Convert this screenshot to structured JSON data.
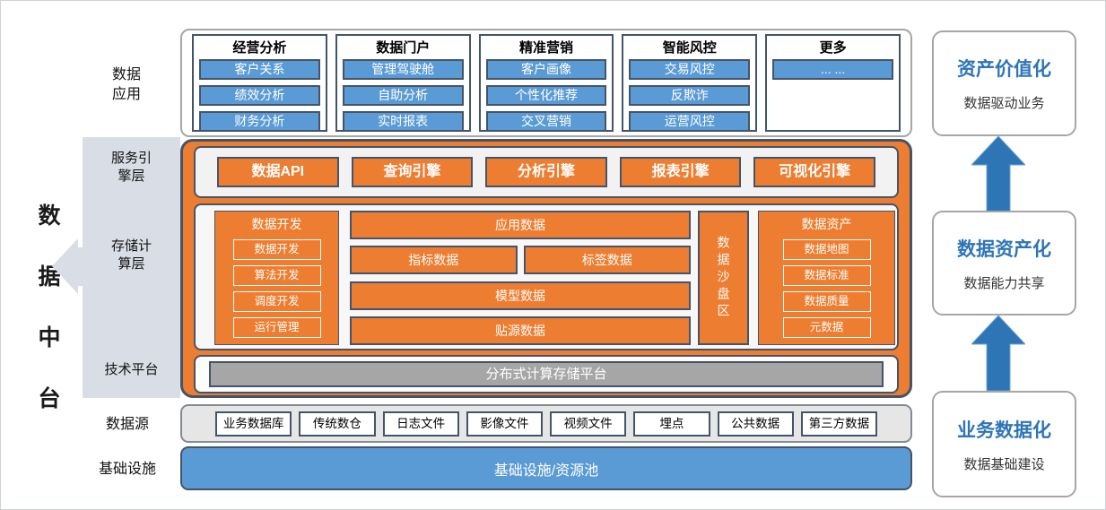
{
  "colors": {
    "orange": "#ED7D31",
    "box_blue": "#5B9BD5",
    "dark_slate_border": "#44546A",
    "panel_gray": "#D8DDE6",
    "bar_gray": "#A6A6A6",
    "arrow_blue": "#2E75B6",
    "container_border": "#A6A6A6"
  },
  "left_rail": {
    "chars": [
      "数",
      "据",
      "中",
      "台"
    ]
  },
  "row_labels": {
    "apps": [
      "数据",
      "应用"
    ],
    "service": [
      "服务引",
      "擎层"
    ],
    "storage": [
      "存储计",
      "算层"
    ],
    "tech": "技术平台",
    "sources": "数据源",
    "infra": "基础设施"
  },
  "apps": {
    "columns": [
      {
        "title": "经营分析",
        "items": [
          "客户关系",
          "绩效分析",
          "财务分析"
        ]
      },
      {
        "title": "数据门户",
        "items": [
          "管理驾驶舱",
          "自助分析",
          "实时报表"
        ]
      },
      {
        "title": "精准营销",
        "items": [
          "客户画像",
          "个性化推荐",
          "交叉营销"
        ]
      },
      {
        "title": "智能风控",
        "items": [
          "交易风控",
          "反欺诈",
          "运营风控"
        ]
      },
      {
        "title": "更多",
        "items": [
          "... ..."
        ]
      }
    ]
  },
  "engines": [
    "数据API",
    "查询引擎",
    "分析引擎",
    "报表引擎",
    "可视化引擎"
  ],
  "storage": {
    "dev_panel": {
      "title": "数据开发",
      "items": [
        "数据开发",
        "算法开发",
        "调度开发",
        "运行管理"
      ]
    },
    "data_stack": {
      "app": "应用数据",
      "metric": "指标数据",
      "tag": "标签数据",
      "model": "模型数据",
      "source": "贴源数据"
    },
    "sandbox": "数据沙盘区",
    "asset_panel": {
      "title": "数据资产",
      "items": [
        "数据地图",
        "数据标准",
        "数据质量",
        "元数据"
      ]
    }
  },
  "tech": {
    "platform_bar": "分布式计算存储平台"
  },
  "sources": {
    "items": [
      "业务数据库",
      "传统数仓",
      "日志文件",
      "影像文件",
      "视频文件",
      "埋点",
      "公共数据",
      "第三方数据"
    ]
  },
  "infra": {
    "bar_label": "基础设施/资源池"
  },
  "right_column": {
    "boxes": [
      {
        "title": "资产价值化",
        "subtitle": "数据驱动业务"
      },
      {
        "title": "数据资产化",
        "subtitle": "数据能力共享"
      },
      {
        "title": "业务数据化",
        "subtitle": "数据基础建设"
      }
    ]
  }
}
